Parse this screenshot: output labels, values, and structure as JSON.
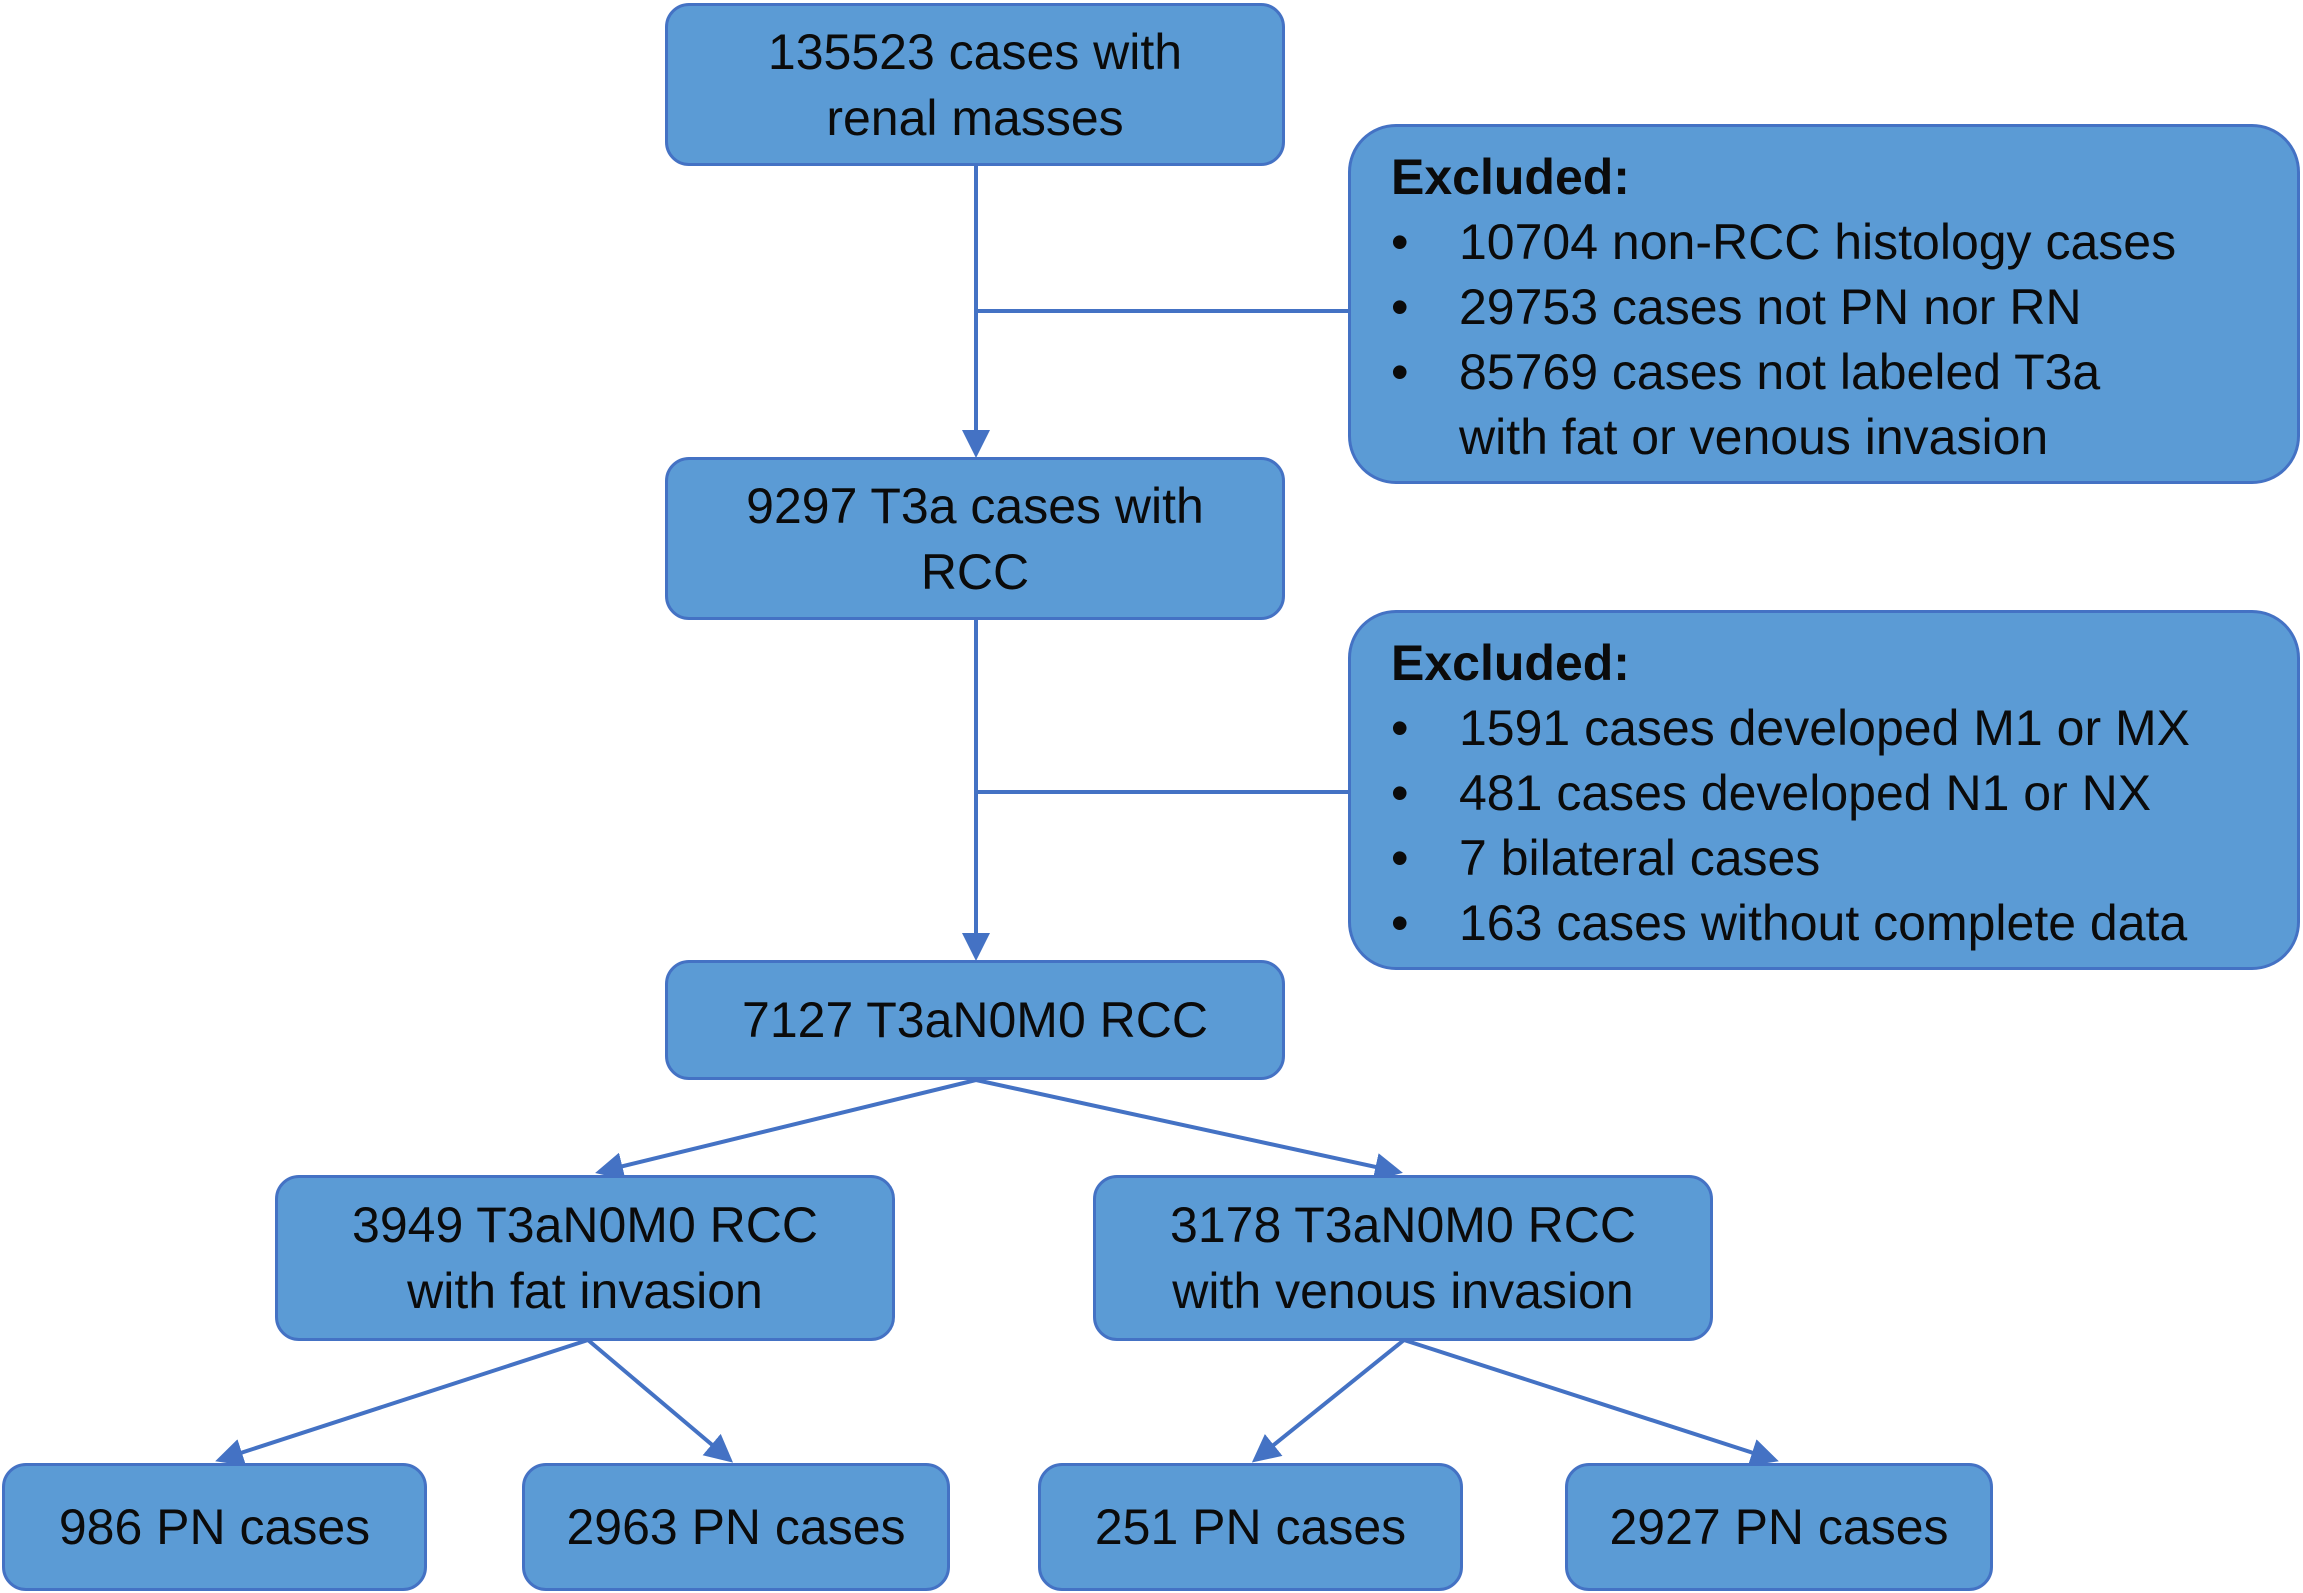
{
  "colors": {
    "box_fill": "#5b9bd5",
    "box_border": "#4472c4",
    "connector": "#4472c4",
    "text": "#0b0b0b"
  },
  "nodes": {
    "start": {
      "lines": [
        "135523 cases with",
        "renal masses"
      ]
    },
    "t3a": {
      "lines": [
        "9297 T3a cases with",
        "RCC"
      ]
    },
    "t3an0m0": {
      "lines": [
        "7127 T3aN0M0 RCC"
      ]
    },
    "fat": {
      "lines": [
        "3949 T3aN0M0 RCC",
        "with fat invasion"
      ]
    },
    "venous": {
      "lines": [
        "3178 T3aN0M0 RCC",
        "with venous invasion"
      ]
    },
    "fat_a": {
      "lines": [
        "986 PN cases"
      ]
    },
    "fat_b": {
      "lines": [
        "2963 PN cases"
      ]
    },
    "ven_a": {
      "lines": [
        "251 PN cases"
      ]
    },
    "ven_b": {
      "lines": [
        "2927 PN cases"
      ]
    }
  },
  "exclusions": [
    {
      "title": "Excluded:",
      "bullet": "•",
      "items": [
        "10704 non-RCC histology cases",
        "29753 cases not PN nor RN",
        "85769 cases not labeled T3a",
        "with fat or venous invasion"
      ]
    },
    {
      "title": "Excluded:",
      "bullet": "•",
      "items": [
        "1591 cases developed M1 or MX",
        "481 cases developed N1 or NX",
        "7 bilateral cases",
        "163 cases without complete data"
      ]
    }
  ]
}
